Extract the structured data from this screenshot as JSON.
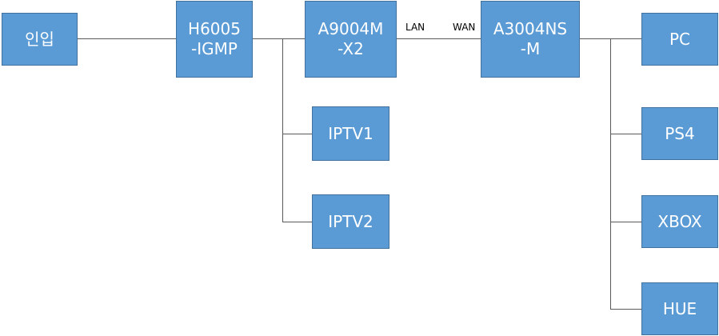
{
  "diagram": {
    "nodes": {
      "inlet": "인입",
      "h6005": "H6005\n-IGMP",
      "a9004": "A9004M\n-X2",
      "a3004": "A3004NS\n-M",
      "iptv1": "IPTV1",
      "iptv2": "IPTV2",
      "pc": "PC",
      "ps4": "PS4",
      "xbox": "XBOX",
      "hue": "HUE"
    },
    "port_labels": {
      "lan": "LAN",
      "wan": "WAN"
    },
    "colors": {
      "node_fill": "#5b9bd5",
      "node_border": "#41719c",
      "node_text": "#ffffff",
      "connector": "#595959"
    }
  }
}
